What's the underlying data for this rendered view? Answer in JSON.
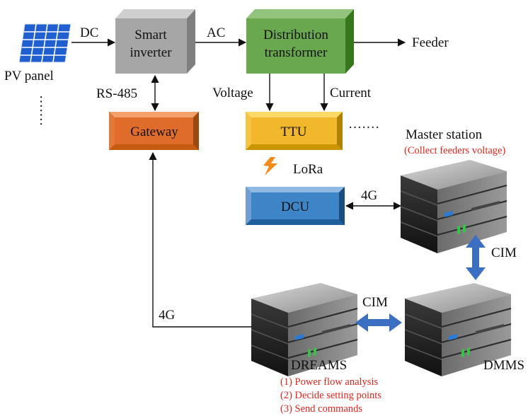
{
  "nodes": {
    "pv_panel": "PV panel",
    "smart_inverter": [
      "Smart",
      "inverter"
    ],
    "distribution_transformer": [
      "Distribution",
      "transformer"
    ],
    "gateway": "Gateway",
    "ttu": "TTU",
    "dcu": "DCU",
    "master_station": "Master station",
    "master_note": "(Collect feeders voltage)",
    "dreams": "DREAMS",
    "dmms": "DMMS"
  },
  "edges": {
    "dc": "DC",
    "ac": "AC",
    "feeder": "Feeder",
    "rs485": "RS-485",
    "voltage": "Voltage",
    "current": "Current",
    "lora": "LoRa",
    "dcu_4g": "4G",
    "gateway_4g": "4G",
    "cim_master_dmms": "CIM",
    "cim_dreams_dmms": "CIM",
    "ttu_ellipsis": "·······"
  },
  "dreams_functions": [
    "(1) Power flow analysis",
    "(2) Decide setting points",
    "(3) Send commands"
  ],
  "colors": {
    "inverter": "#a6a6a6",
    "transformer": "#6aa84f",
    "gateway": "#e06c2c",
    "ttu": "#f1b82d",
    "dcu": "#3d85c6",
    "pv": "#1f5fcf",
    "cim_arrow": "#3b6fc2",
    "lora_bolt": "#f28a1a",
    "red_text": "#e0261c"
  }
}
